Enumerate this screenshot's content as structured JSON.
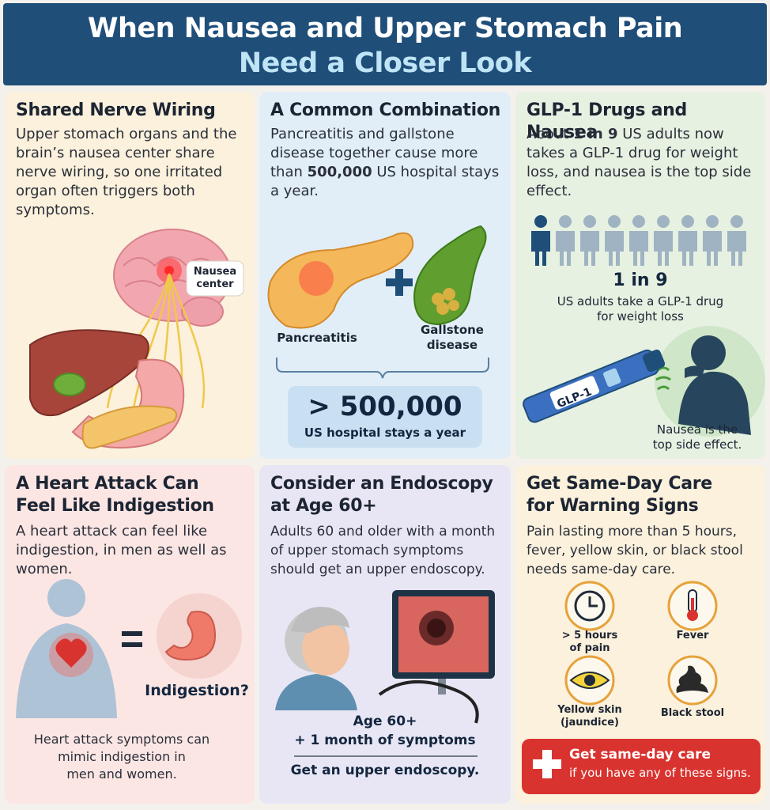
{
  "header": {
    "title_line1": "When Nausea and Upper Stomach Pain",
    "title_line2": "Need a Closer Look"
  },
  "panel_nerve": {
    "title": "Shared Nerve Wiring",
    "body": "Upper stomach organs and the brain’s nausea center share nerve wiring, so one irritated organ often triggers both symptoms.",
    "label_nausea_center_1": "Nausea",
    "label_nausea_center_2": "center"
  },
  "panel_combo": {
    "title": "A Common Combination",
    "body_pre": "Pancreatitis and gallstone disease together cause more than ",
    "body_num": "500,000",
    "body_post": " US hospital stays a year.",
    "label_pancreatitis": "Pancreatitis",
    "label_gallstone_1": "Gallstone",
    "label_gallstone_2": "disease",
    "stat_value": "> 500,000",
    "stat_caption": "US hospital stays a year"
  },
  "panel_glp1": {
    "title": "GLP-1 Drugs and Nausea",
    "body_pre": "About ",
    "body_num": "1 in 9",
    "body_post": " US adults now takes a GLP-1 drug for weight loss, and nausea is the top side effect.",
    "stat_value": "1 in 9",
    "stat_caption_1": "US adults take a GLP-1 drug",
    "stat_caption_2": "for weight loss",
    "pen_label": "GLP-1",
    "nausea_caption_1": "Nausea is the",
    "nausea_caption_2": "top side effect.",
    "figures_highlighted": 1,
    "figures_total": 9
  },
  "panel_heart": {
    "title_1": "A Heart Attack Can",
    "title_2": "Feel Like Indigestion",
    "body": "A heart attack can feel like indigestion, in men as well as women.",
    "equals": "=",
    "indigestion_label": "Indigestion?",
    "caption_1": "Heart attack symptoms can",
    "caption_2": "mimic indigestion in",
    "caption_3": "men and women."
  },
  "panel_endo": {
    "title_1": "Consider an Endoscopy",
    "title_2": "at Age 60+",
    "body": "Adults 60 and older with a month of upper stomach symptoms should get an upper endoscopy.",
    "age_label": "Age 60+",
    "symptom_label": "+ 1 month of symptoms",
    "action_label": "Get an upper endoscopy."
  },
  "panel_care": {
    "title_1": "Get Same-Day Care",
    "title_2": "for Warning Signs",
    "body": "Pain lasting more than 5 hours, fever, yellow skin, or black stool needs same-day care.",
    "sign_pain_1": "> 5 hours",
    "sign_pain_2": "of pain",
    "sign_fever": "Fever",
    "sign_yellow_1": "Yellow skin",
    "sign_yellow_2": "(jaundice)",
    "sign_stool": "Black stool",
    "cta_1": "Get same-day care",
    "cta_2": "if you have any of these signs."
  },
  "colors": {
    "header_bg": "#1f4e79",
    "header_accent": "#bfe4f5",
    "person_highlight": "#1f4e79",
    "person_muted": "#9fb3c3",
    "cta_red": "#d9332f"
  }
}
